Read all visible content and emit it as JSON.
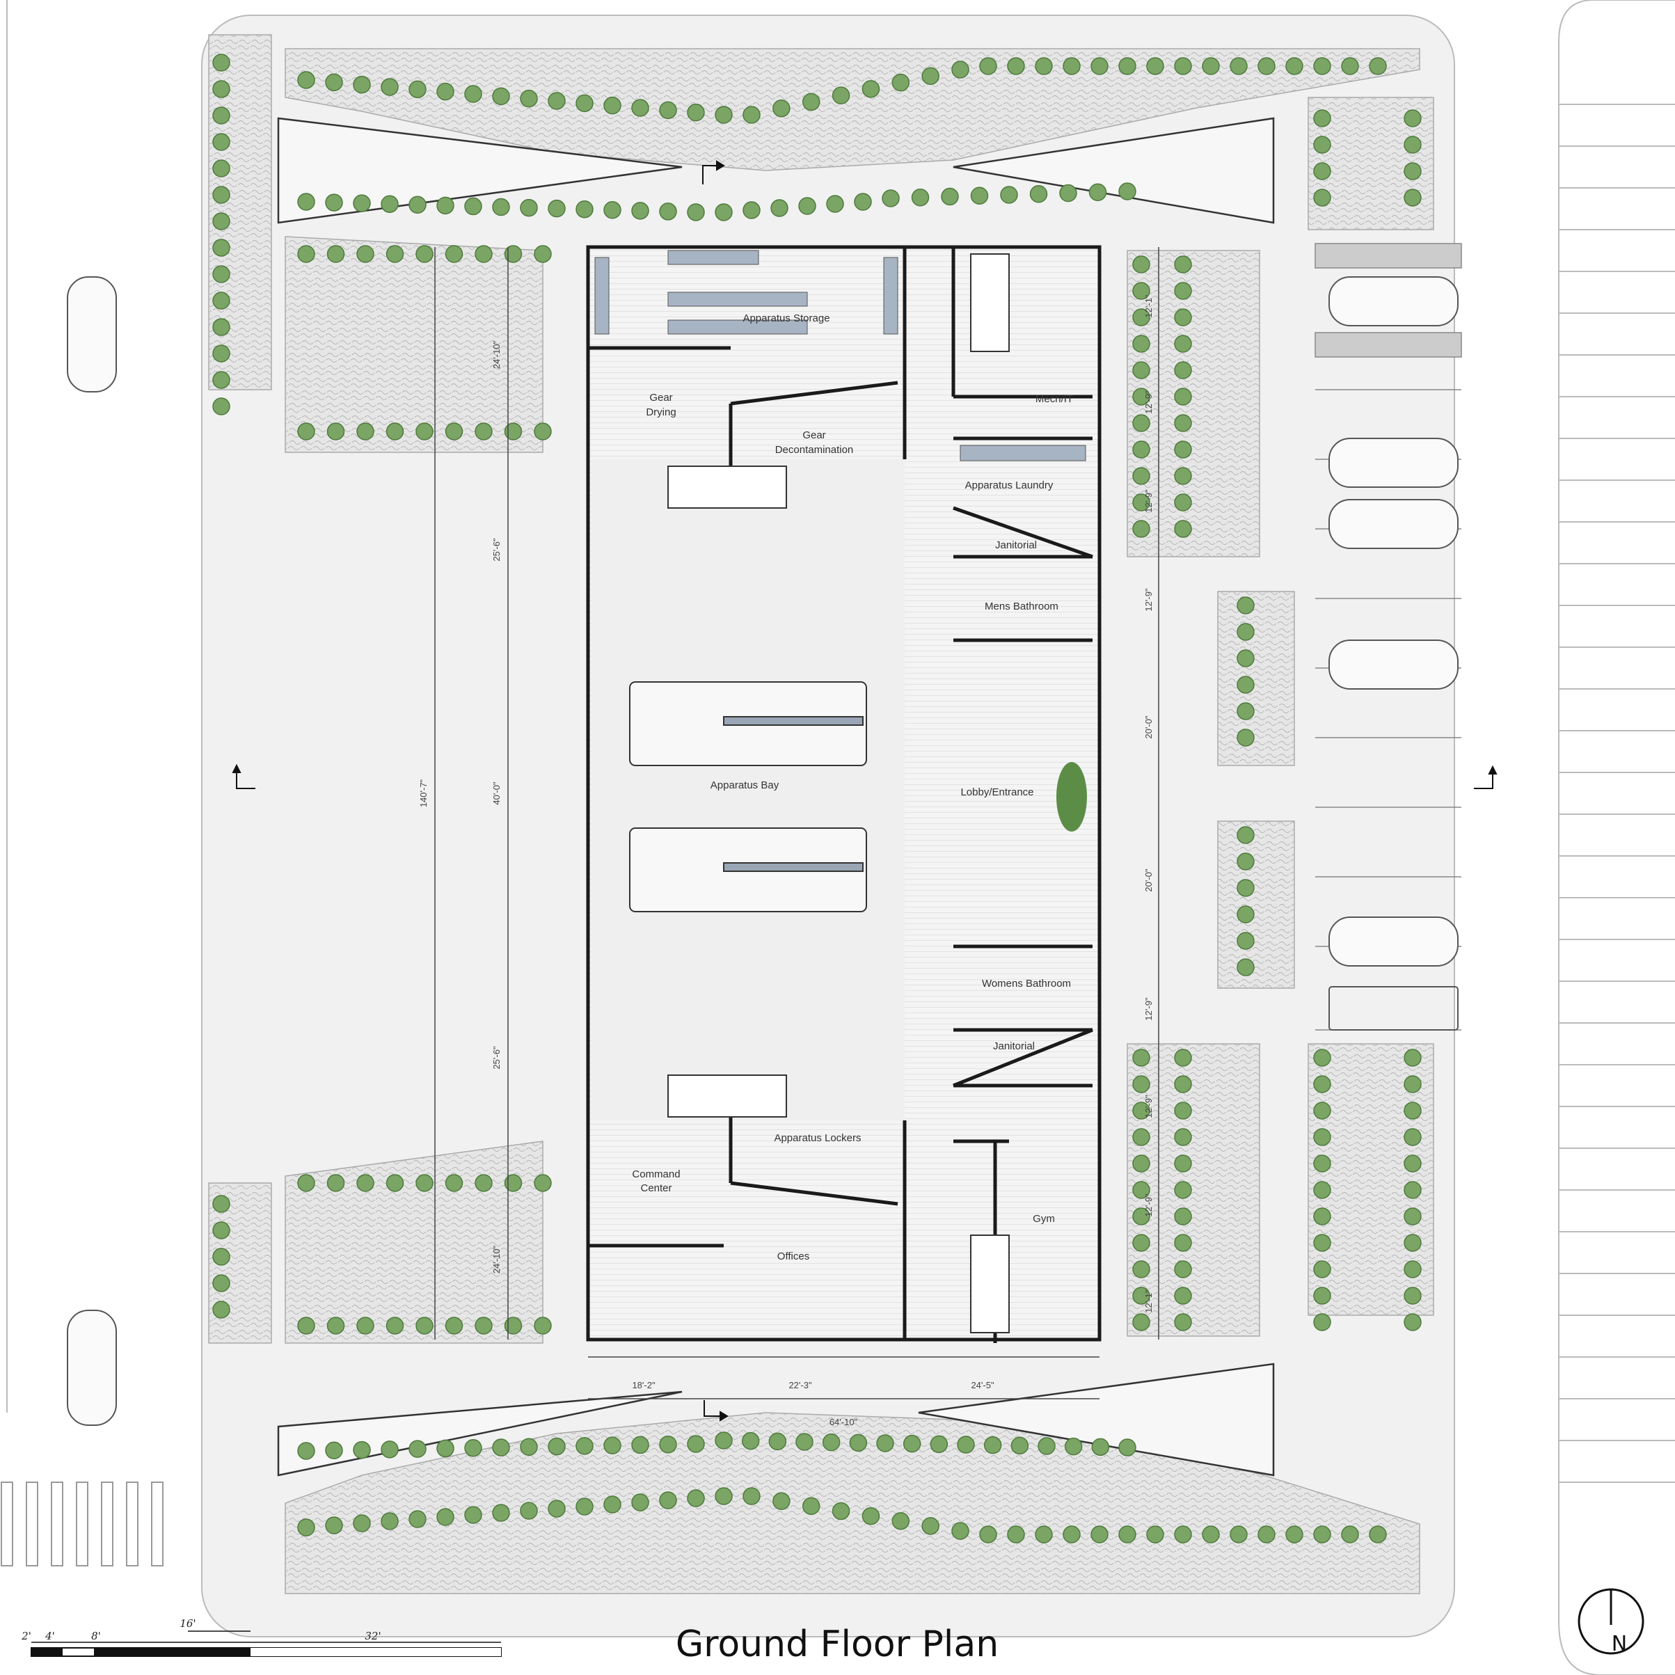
{
  "title": "Ground Floor Plan",
  "north_label": "N",
  "colors": {
    "paving": "#eeeeee",
    "planting": "#dedede",
    "tree": "#6f9a5a",
    "wall": "#222222",
    "floor": "#f5f5f5",
    "people": "#c0392b"
  },
  "rooms": {
    "apparatus_storage": "Apparatus Storage",
    "gear_drying_1": "Gear",
    "gear_drying_2": "Drying",
    "gear_decon_1": "Gear",
    "gear_decon_2": "Decontamination",
    "mech_it": "Mech/IT",
    "apparatus_laundry": "Apparatus Laundry",
    "janitorial_north": "Janitorial",
    "mens_bathroom": "Mens Bathroom",
    "apparatus_bay": "Apparatus Bay",
    "lobby": "Lobby/Entrance",
    "womens_bathroom": "Womens Bathroom",
    "janitorial_south": "Janitorial",
    "apparatus_lockers": "Apparatus Lockers",
    "command_center_1": "Command",
    "command_center_2": "Center",
    "offices": "Offices",
    "gym": "Gym"
  },
  "dimensions": {
    "left_top": "24'-10\"",
    "left_mid_upper": "25'-6\"",
    "left_center": "40'-0\"",
    "left_mid_lower": "25'-6\"",
    "left_bottom": "24'-10\"",
    "overall_length": "140'-7\"",
    "right_1": "12'-1\"",
    "right_2": "12'-9\"",
    "right_3": "12'-9\"",
    "right_4": "12'-9\"",
    "right_5": "20'-0\"",
    "right_6": "20'-0\"",
    "right_7": "12'-9\"",
    "right_8": "12'-9\"",
    "right_9": "12'-9\"",
    "right_10": "12'-1\"",
    "bottom_a": "18'-2\"",
    "bottom_b": "22'-3\"",
    "bottom_c": "24'-5\"",
    "bottom_overall": "64'-10\""
  },
  "scale_bar": {
    "labels": [
      "2'",
      "4'",
      "8'",
      "16'",
      "32'"
    ]
  }
}
